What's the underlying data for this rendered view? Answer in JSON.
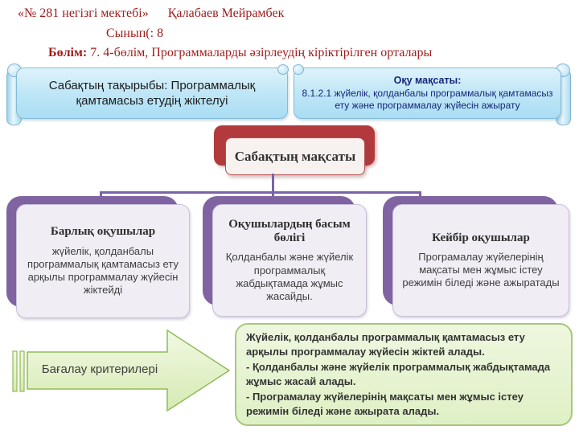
{
  "header": {
    "line1": "«№ 281 негізгі мектебі»      Қалабаев Мейрамбек",
    "line2": "Сынып(: 8",
    "line3_label": "Бөлім:",
    "line3_text": " 7. 4-бөлім, Программаларды әзірлеудің кіріктірілген орталары"
  },
  "topic_box": {
    "text": "Сабақтың  тақырыбы:  Программалық қамтамасыз етудің жіктелуі"
  },
  "objective_box": {
    "title": "Оқу  мақсаты:",
    "text": "8.1.2.1 жүйелік, қолданбалы программалық қамтамасыз ету және программалау жүйесін ажырату"
  },
  "goal_box": {
    "label": "Сабақтың мақсаты"
  },
  "cards": [
    {
      "title": "Барлық оқушылар",
      "body": "жүйелік, қолданбалы программалық қамтамасыз ету арқылы  программалау жүйесін жіктейді"
    },
    {
      "title": "Оқушылардың басым бөлігі",
      "body": "Қолданбалы және жүйелік программалық жабдықтамада жұмыс жасайды."
    },
    {
      "title": "Кейбір оқушылар",
      "body": "Програмалау жүйелерінің мақсаты мен жұмыс істеу режимін біледі және ажыратады"
    }
  ],
  "assessment": {
    "arrow_label": "Бағалау критерилері",
    "criteria": "Жүйелік, қолданбалы программалық қамтамасыз ету арқылы  программалау жүйесін жіктей алады.\n- Қолданбалы және жүйелік программалық жабдықтамада жұмыс жасай алады.\n- Програмалау жүйелерінің мақсаты мен жұмыс істеу режимін біледі және ажырата алады."
  },
  "colors": {
    "header_text": "#9E1B1B",
    "scroll_fill": "#C2E7F7",
    "objective_text": "#16267A",
    "goal_red": "#B23A3D",
    "connector_purple": "#7A63A8",
    "card_purple": "#8064A2",
    "card_fill": "#F0EEF4",
    "green_fill": "#E6F3D2",
    "green_border": "#A6C87D"
  }
}
